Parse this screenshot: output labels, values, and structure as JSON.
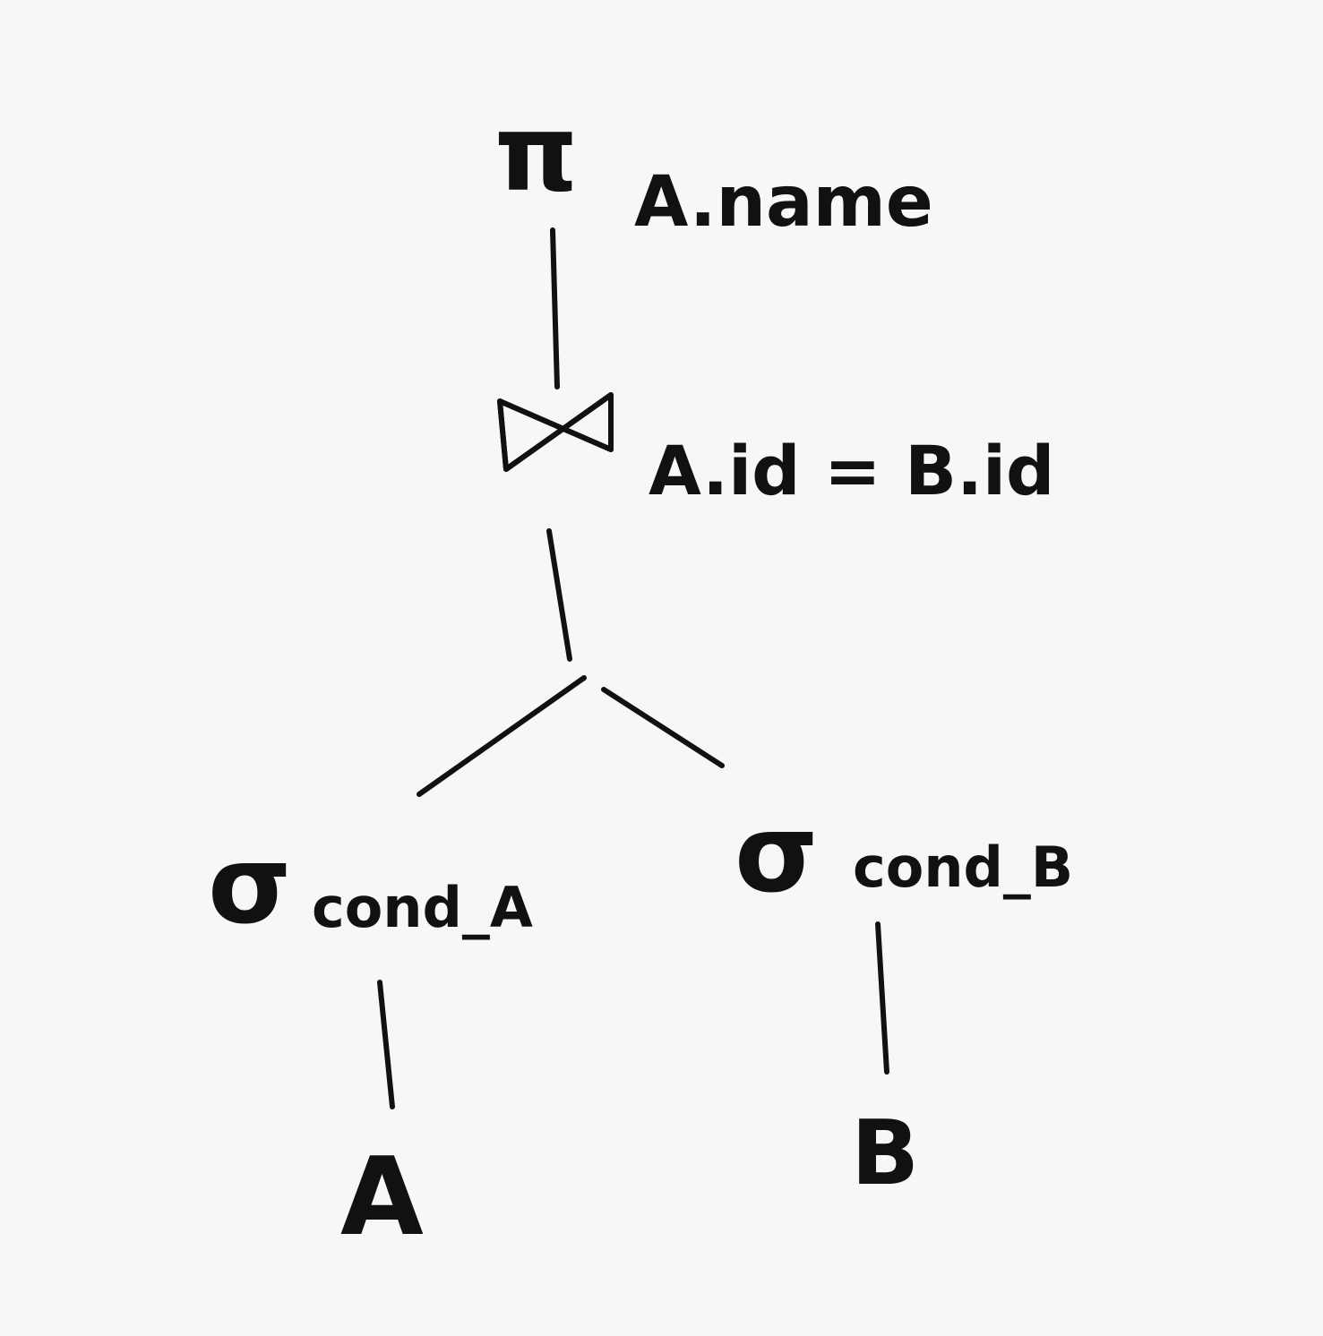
{
  "colors": {
    "background": "#f7f7f5",
    "ink": "#111111"
  },
  "tree": {
    "projection": {
      "symbol": "π",
      "attribute": "A.name"
    },
    "join": {
      "symbol": "⋈",
      "condition": "A.id = B.id"
    },
    "selection_left": {
      "symbol": "σ",
      "condition": "cond_A"
    },
    "selection_right": {
      "symbol": "σ",
      "condition": "cond_B"
    },
    "relation_left": "A",
    "relation_right": "B"
  }
}
